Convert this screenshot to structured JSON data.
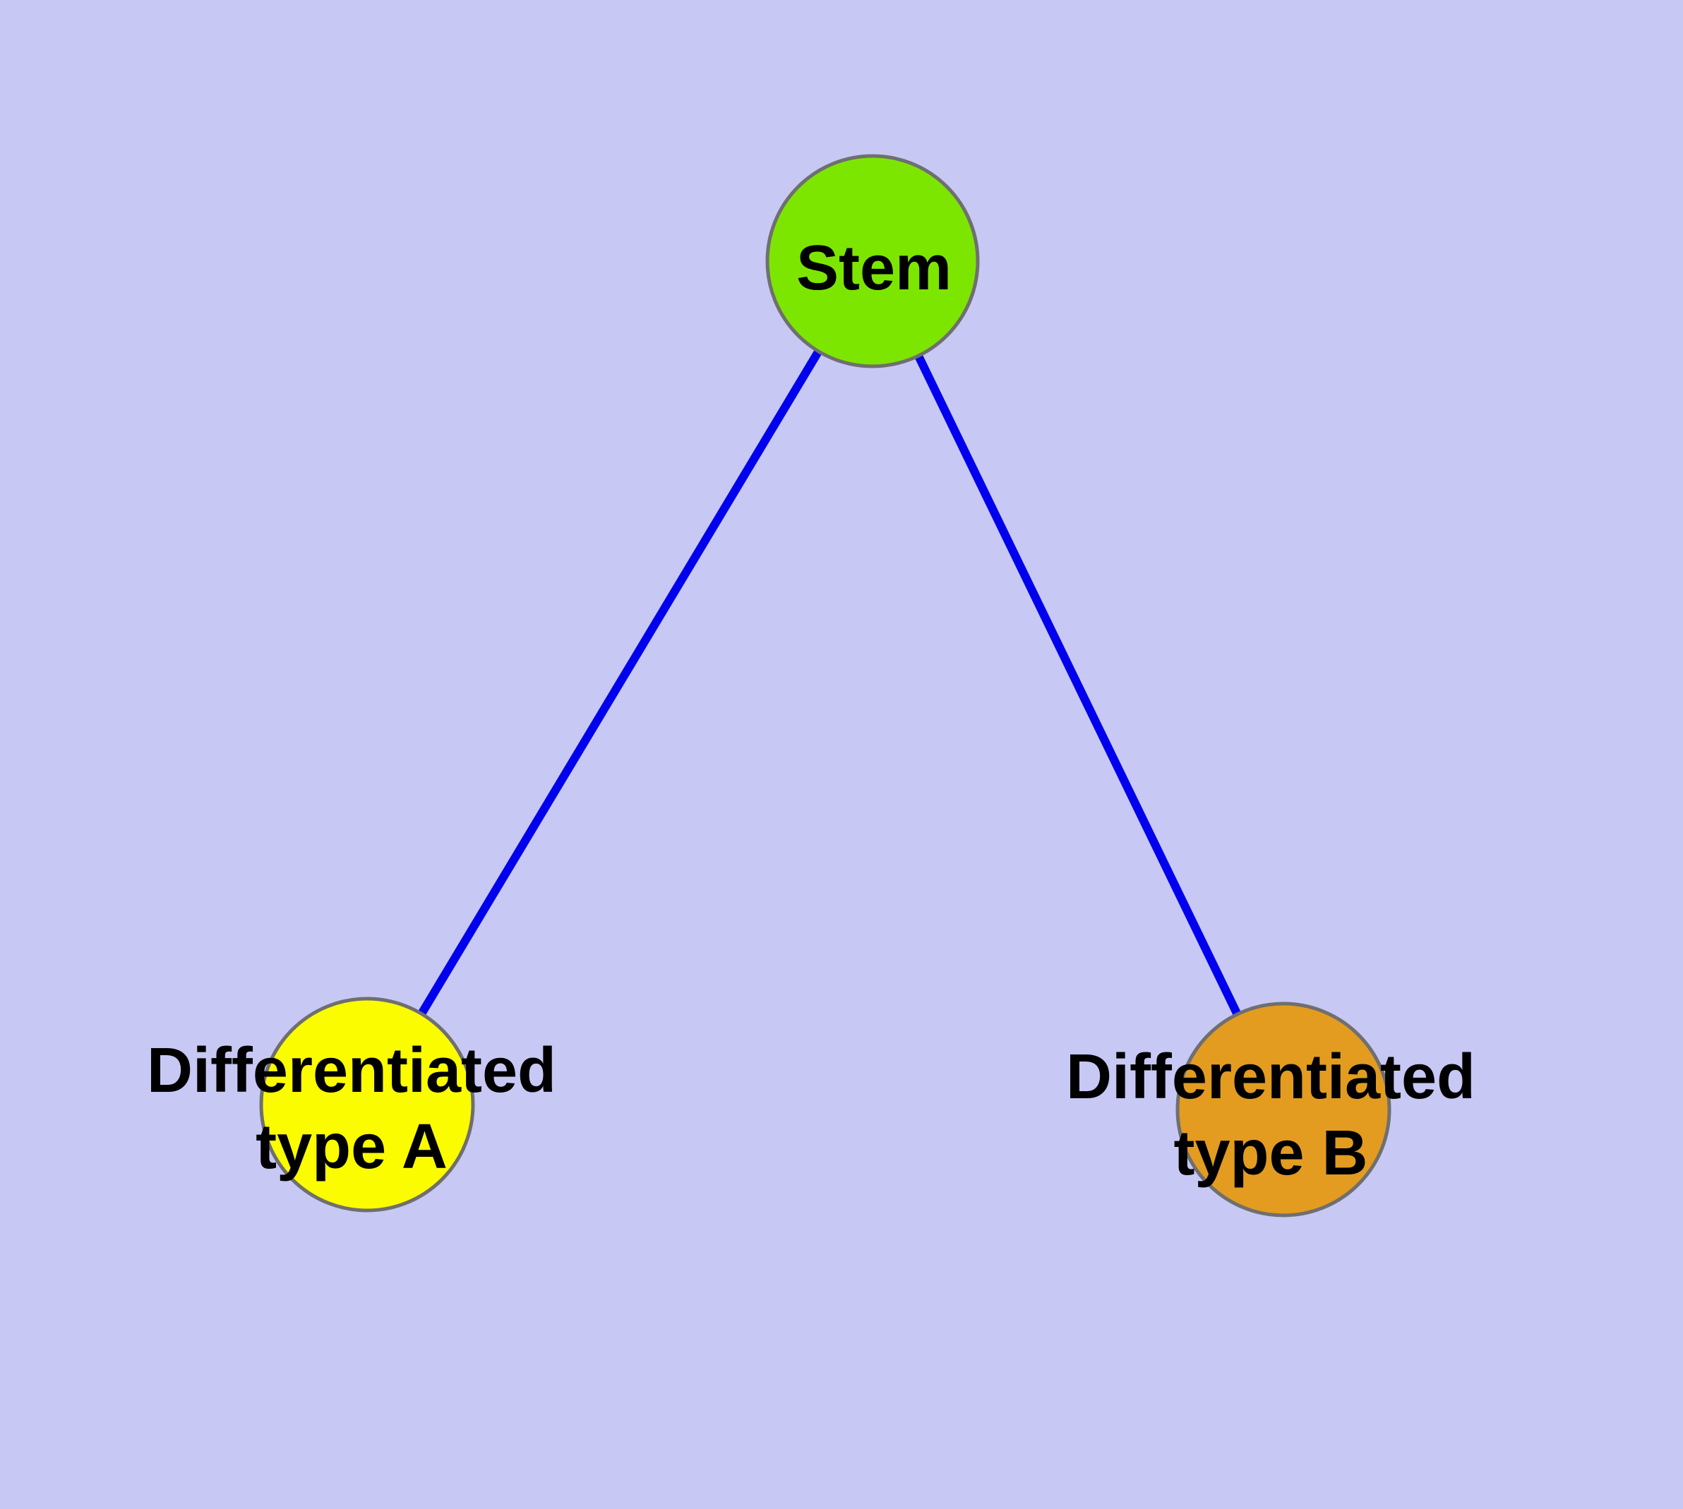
{
  "nodes": {
    "stem": {
      "label": "Stem"
    },
    "type_a": {
      "label_line1": "Differentiated",
      "label_line2": "type A"
    },
    "type_b": {
      "label_line1": "Differentiated",
      "label_line2": "type B"
    }
  },
  "edges": [
    {
      "from": "Stem",
      "to": "Differentiated type A"
    },
    {
      "from": "Stem",
      "to": "Differentiated type B"
    }
  ],
  "colors": {
    "background": "#C8C8F5",
    "edge_stroke": "#0000EE",
    "node_border": "#6F6F6F",
    "stem_fill": "#7DE600",
    "type_a_fill": "#FCFC00",
    "type_b_fill": "#E39C20",
    "label_color": "#000000"
  }
}
